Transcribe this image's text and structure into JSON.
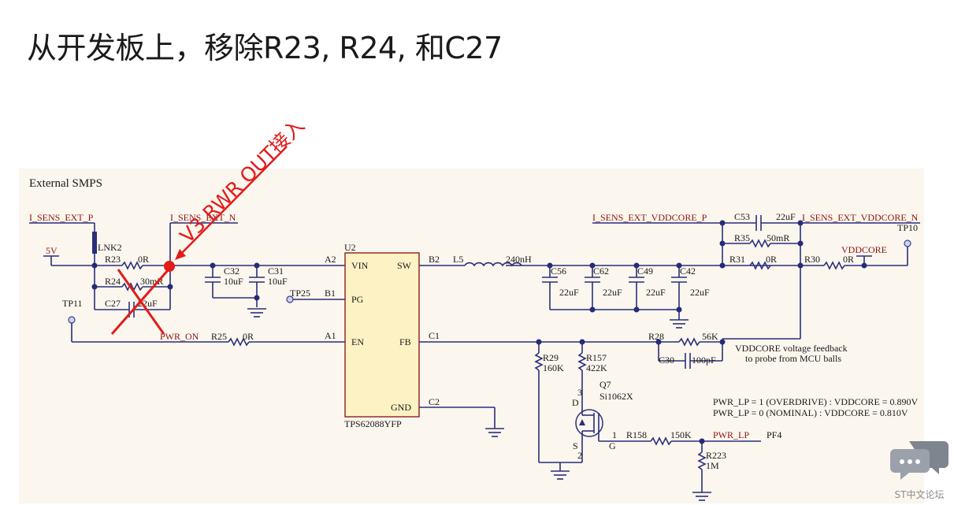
{
  "title": "从开发板上，移除R23, R24, 和C27",
  "annotation": "V3 RWR OUT接入",
  "panel_title": "External SMPS",
  "nets": {
    "i_sens_ext_p": "I_SENS_EXT_P",
    "i_sens_ext_n": "I_SENS_EXT_N",
    "i_sens_ext_vddcore_p": "I_SENS_EXT_VDDCORE_P",
    "i_sens_ext_vddcore_n": "I_SENS_EXT_VDDCORE_N",
    "v5": "5V",
    "vddcore": "VDDCORE",
    "pwr_on": "PWR_ON",
    "pwr_lp": "PWR_LP",
    "pf4": "PF4"
  },
  "testpoints": {
    "tp10": "TP10",
    "tp11": "TP11",
    "tp25": "TP25"
  },
  "ic": {
    "ref": "U2",
    "part": "TPS62088YFP",
    "pins": {
      "a2": "A2",
      "b1": "B1",
      "a1": "A1",
      "b2": "B2",
      "c1": "C1",
      "c2": "C2",
      "vin": "VIN",
      "pg": "PG",
      "en": "EN",
      "sw": "SW",
      "fb": "FB",
      "gnd": "GND"
    }
  },
  "components": {
    "lnk": "LNK2",
    "r23": "R23",
    "r23_val": "0R",
    "r24": "R24",
    "r24_val": "30mR",
    "c27": "C27",
    "c27_val": "22uF",
    "c32": "C32",
    "c32_val": "10uF",
    "c31": "C31",
    "c31_val": "10uF",
    "r25": "R25",
    "r25_val": "0R",
    "l5": "L5",
    "l5_val": "240nH",
    "c56": "C56",
    "c62": "C62",
    "c49": "C49",
    "c42": "C42",
    "c_out_val": "22uF",
    "c53": "C53",
    "c53_val": "22uF",
    "r35": "R35",
    "r35_val": "50mR",
    "r31": "R31",
    "r31_val": "0R",
    "r30": "R30",
    "r30_val": "0R",
    "r28": "R28",
    "r28_val": "56K",
    "c30": "C30",
    "c30_val": "100pF",
    "r29": "R29",
    "r29_val": "160K",
    "r157": "R157",
    "r157_val": "422K",
    "q7": "Q7",
    "q7_part": "Si1062X",
    "q_d": "D",
    "q_s": "S",
    "q_g": "G",
    "q_pin3": "3",
    "q_pin2": "2",
    "q_pin1": "1",
    "r158": "R158",
    "r158_val": "150K",
    "r223": "R223",
    "r223_val": "1M"
  },
  "notes": {
    "fb_1": "VDDCORE voltage feedback",
    "fb_2": "to probe from MCU balls",
    "lp_1": "PWR_LP = 1 (OVERDRIVE) : VDDCORE = 0.890V",
    "lp_0": "PWR_LP = 0 (NOMINAL) : VDDCORE = 0.810V"
  },
  "watermark": "ST中文论坛",
  "colors": {
    "panel": "#fbf6ee",
    "wire": "#2b2f7a",
    "net_label": "#8b1414",
    "annotation": "#e21b1b",
    "ic_fill": "#fdf2c4"
  }
}
